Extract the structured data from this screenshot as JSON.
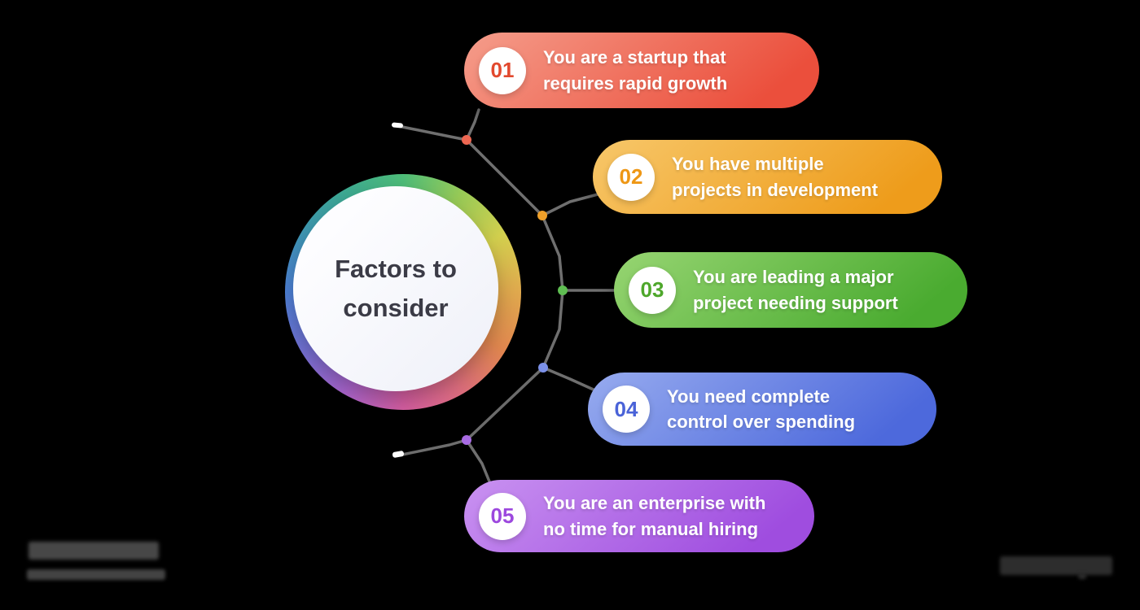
{
  "background_color": "#000000",
  "connector_color": "#6f6f6f",
  "center": {
    "title_line1": "Factors to",
    "title_line2": "consider",
    "ring_colors": [
      "#4ebd79",
      "#97ca57",
      "#d3d04e",
      "#e0a94e",
      "#e1874f",
      "#dd6d7e",
      "#d35da0",
      "#a964cc",
      "#7472d6",
      "#4d80d6",
      "#3f97b5",
      "#3daa92",
      "#4ebd79"
    ]
  },
  "items": [
    {
      "number": "01",
      "line1": "You are a startup that",
      "line2": "requires rapid growth",
      "color_light": "#f59d8b",
      "color_dark": "#eb4f3c",
      "number_color": "#e2492e",
      "dot_color": "#ed6752"
    },
    {
      "number": "02",
      "line1": "You have multiple",
      "line2": "projects in development",
      "color_light": "#f7c76a",
      "color_dark": "#ee9c1b",
      "number_color": "#ee9715",
      "dot_color": "#efa02a"
    },
    {
      "number": "03",
      "line1": "You are leading a major",
      "line2": "project needing support",
      "color_light": "#97d572",
      "color_dark": "#4aab30",
      "number_color": "#4ea72b",
      "dot_color": "#5fbe52"
    },
    {
      "number": "04",
      "line1": "You need complete",
      "line2": "control over spending",
      "color_light": "#97abef",
      "color_dark": "#4d69dc",
      "number_color": "#4a63d8",
      "dot_color": "#7d92ea"
    },
    {
      "number": "05",
      "line1": "You are an enterprise with",
      "line2": "no time for manual hiring",
      "color_light": "#c992f1",
      "color_dark": "#9f4ddf",
      "number_color": "#9c48de",
      "dot_color": "#ab6de6"
    }
  ]
}
